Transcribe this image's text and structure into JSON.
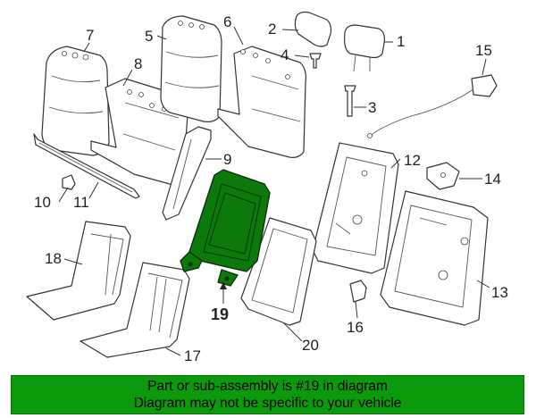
{
  "diagram": {
    "callouts": {
      "c1": "1",
      "c2": "2",
      "c3": "3",
      "c4": "4",
      "c5": "5",
      "c6": "6",
      "c7": "7",
      "c8": "8",
      "c9": "9",
      "c10": "10",
      "c11": "11",
      "c12": "12",
      "c13": "13",
      "c14": "14",
      "c15": "15",
      "c16": "16",
      "c17": "17",
      "c18": "18",
      "c19": "19",
      "c20": "20"
    },
    "highlight_color": "#0b7a0b"
  },
  "notice": {
    "line1": "Part or sub-assembly is #19 in diagram",
    "line2": "Diagram may not be specific to your vehicle",
    "background": "#0b9a0b"
  }
}
